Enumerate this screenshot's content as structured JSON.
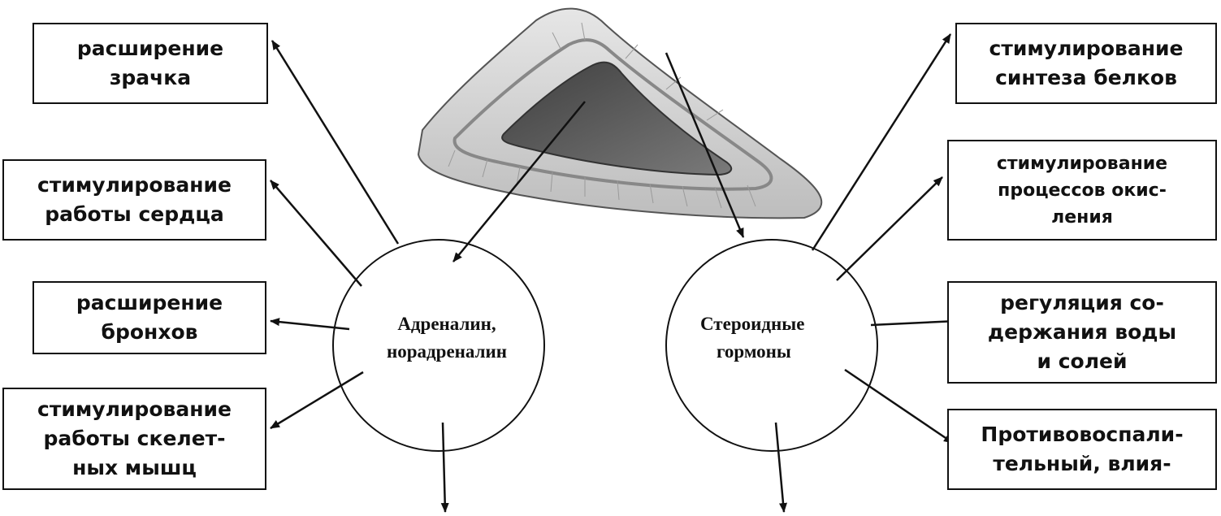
{
  "left_boxes": [
    {
      "lines": [
        "расширение",
        "зрачка"
      ]
    },
    {
      "lines": [
        "стимулирование",
        "работы сердца"
      ]
    },
    {
      "lines": [
        "расширение",
        "бронхов"
      ]
    },
    {
      "lines": [
        "стимулирование",
        "работы скелет-",
        "ных мышц"
      ]
    }
  ],
  "right_boxes": [
    {
      "lines": [
        "стимулирование",
        "синтеза белков"
      ]
    },
    {
      "lines": [
        "стимулирование",
        "процессов окис-",
        "ления"
      ]
    },
    {
      "lines": [
        "регуляция со-",
        "держания воды",
        "и солей"
      ]
    },
    {
      "lines": [
        "Противовоспали-",
        "тельный, влия-"
      ]
    }
  ],
  "left_circle": {
    "lines": [
      "Адреналин,",
      "норадреналин"
    ]
  },
  "right_circle": {
    "lines": [
      "Стероидные",
      "гормоны"
    ]
  },
  "colors": {
    "ink": "#111111",
    "organ_outer": "#cfcfcf",
    "organ_medulla": "#5a5a5a"
  },
  "icons": {
    "organ": "adrenal-gland-icon"
  }
}
